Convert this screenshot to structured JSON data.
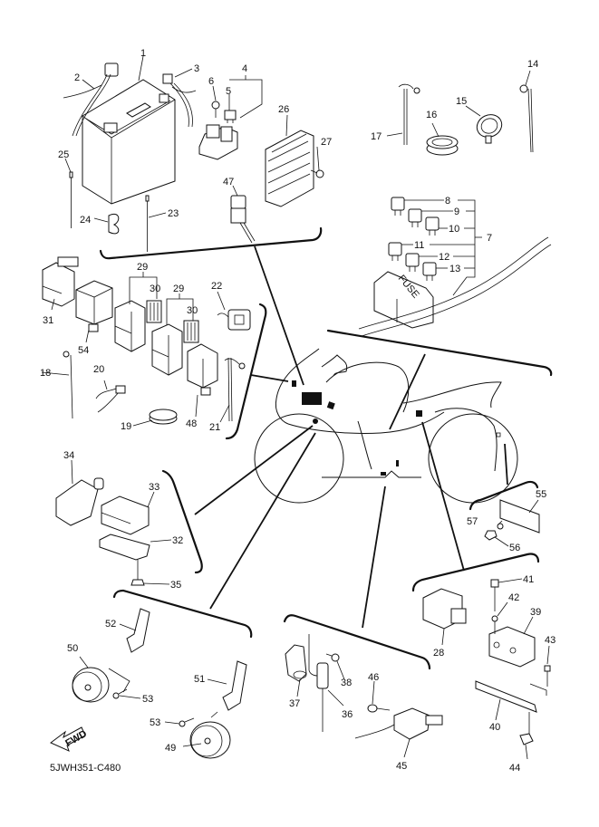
{
  "diagram": {
    "title": "Electrical parts exploded view",
    "drawing_code": "5JWH351-C480",
    "fwd_label": "FWD",
    "fuse_box_label": "FUSE",
    "callouts": {
      "p1": "1",
      "p2": "2",
      "p3": "3",
      "p4": "4",
      "p5": "5",
      "p6": "6",
      "p7": "7",
      "p8": "8",
      "p9": "9",
      "p10": "10",
      "p11": "11",
      "p12": "12",
      "p13": "13",
      "p14": "14",
      "p15": "15",
      "p16": "16",
      "p17": "17",
      "p18": "18",
      "p19": "19",
      "p20": "20",
      "p21": "21",
      "p22": "22",
      "p23": "23",
      "p24": "24",
      "p25": "25",
      "p26": "26",
      "p27": "27",
      "p28": "28",
      "p29a": "29",
      "p29b": "29",
      "p30a": "30",
      "p30b": "30",
      "p31": "31",
      "p32": "32",
      "p33": "33",
      "p34": "34",
      "p35": "35",
      "p36": "36",
      "p37": "37",
      "p38": "38",
      "p39": "39",
      "p40": "40",
      "p41": "41",
      "p42": "42",
      "p43": "43",
      "p44": "44",
      "p45": "45",
      "p46": "46",
      "p47": "47",
      "p48": "48",
      "p49": "49",
      "p50": "50",
      "p51": "51",
      "p52": "52",
      "p53a": "53",
      "p53b": "53",
      "p54": "54",
      "p55": "55",
      "p56": "56",
      "p57": "57"
    },
    "groups": [
      {
        "name": "battery-regulator-group",
        "parts": [
          "1",
          "2",
          "3",
          "4",
          "5",
          "6",
          "23",
          "24",
          "25",
          "26",
          "27",
          "47"
        ]
      },
      {
        "name": "fuse-group",
        "parts": [
          "7",
          "8",
          "9",
          "10",
          "11",
          "12",
          "13"
        ]
      },
      {
        "name": "clamps-group",
        "parts": [
          "14",
          "15",
          "16",
          "17"
        ]
      },
      {
        "name": "relay-group",
        "parts": [
          "18",
          "19",
          "20",
          "21",
          "22",
          "29",
          "30",
          "31",
          "48",
          "54"
        ]
      },
      {
        "name": "connector-group",
        "parts": [
          "32",
          "33",
          "34",
          "35"
        ]
      },
      {
        "name": "license-light-group",
        "parts": [
          "55",
          "56",
          "57"
        ]
      },
      {
        "name": "ignition-unit-group",
        "parts": [
          "28",
          "39",
          "40",
          "41",
          "42",
          "43",
          "44"
        ]
      },
      {
        "name": "switch-group",
        "parts": [
          "36",
          "37",
          "38",
          "45",
          "46"
        ]
      },
      {
        "name": "horn-group",
        "parts": [
          "49",
          "50",
          "51",
          "52",
          "53"
        ]
      }
    ]
  }
}
